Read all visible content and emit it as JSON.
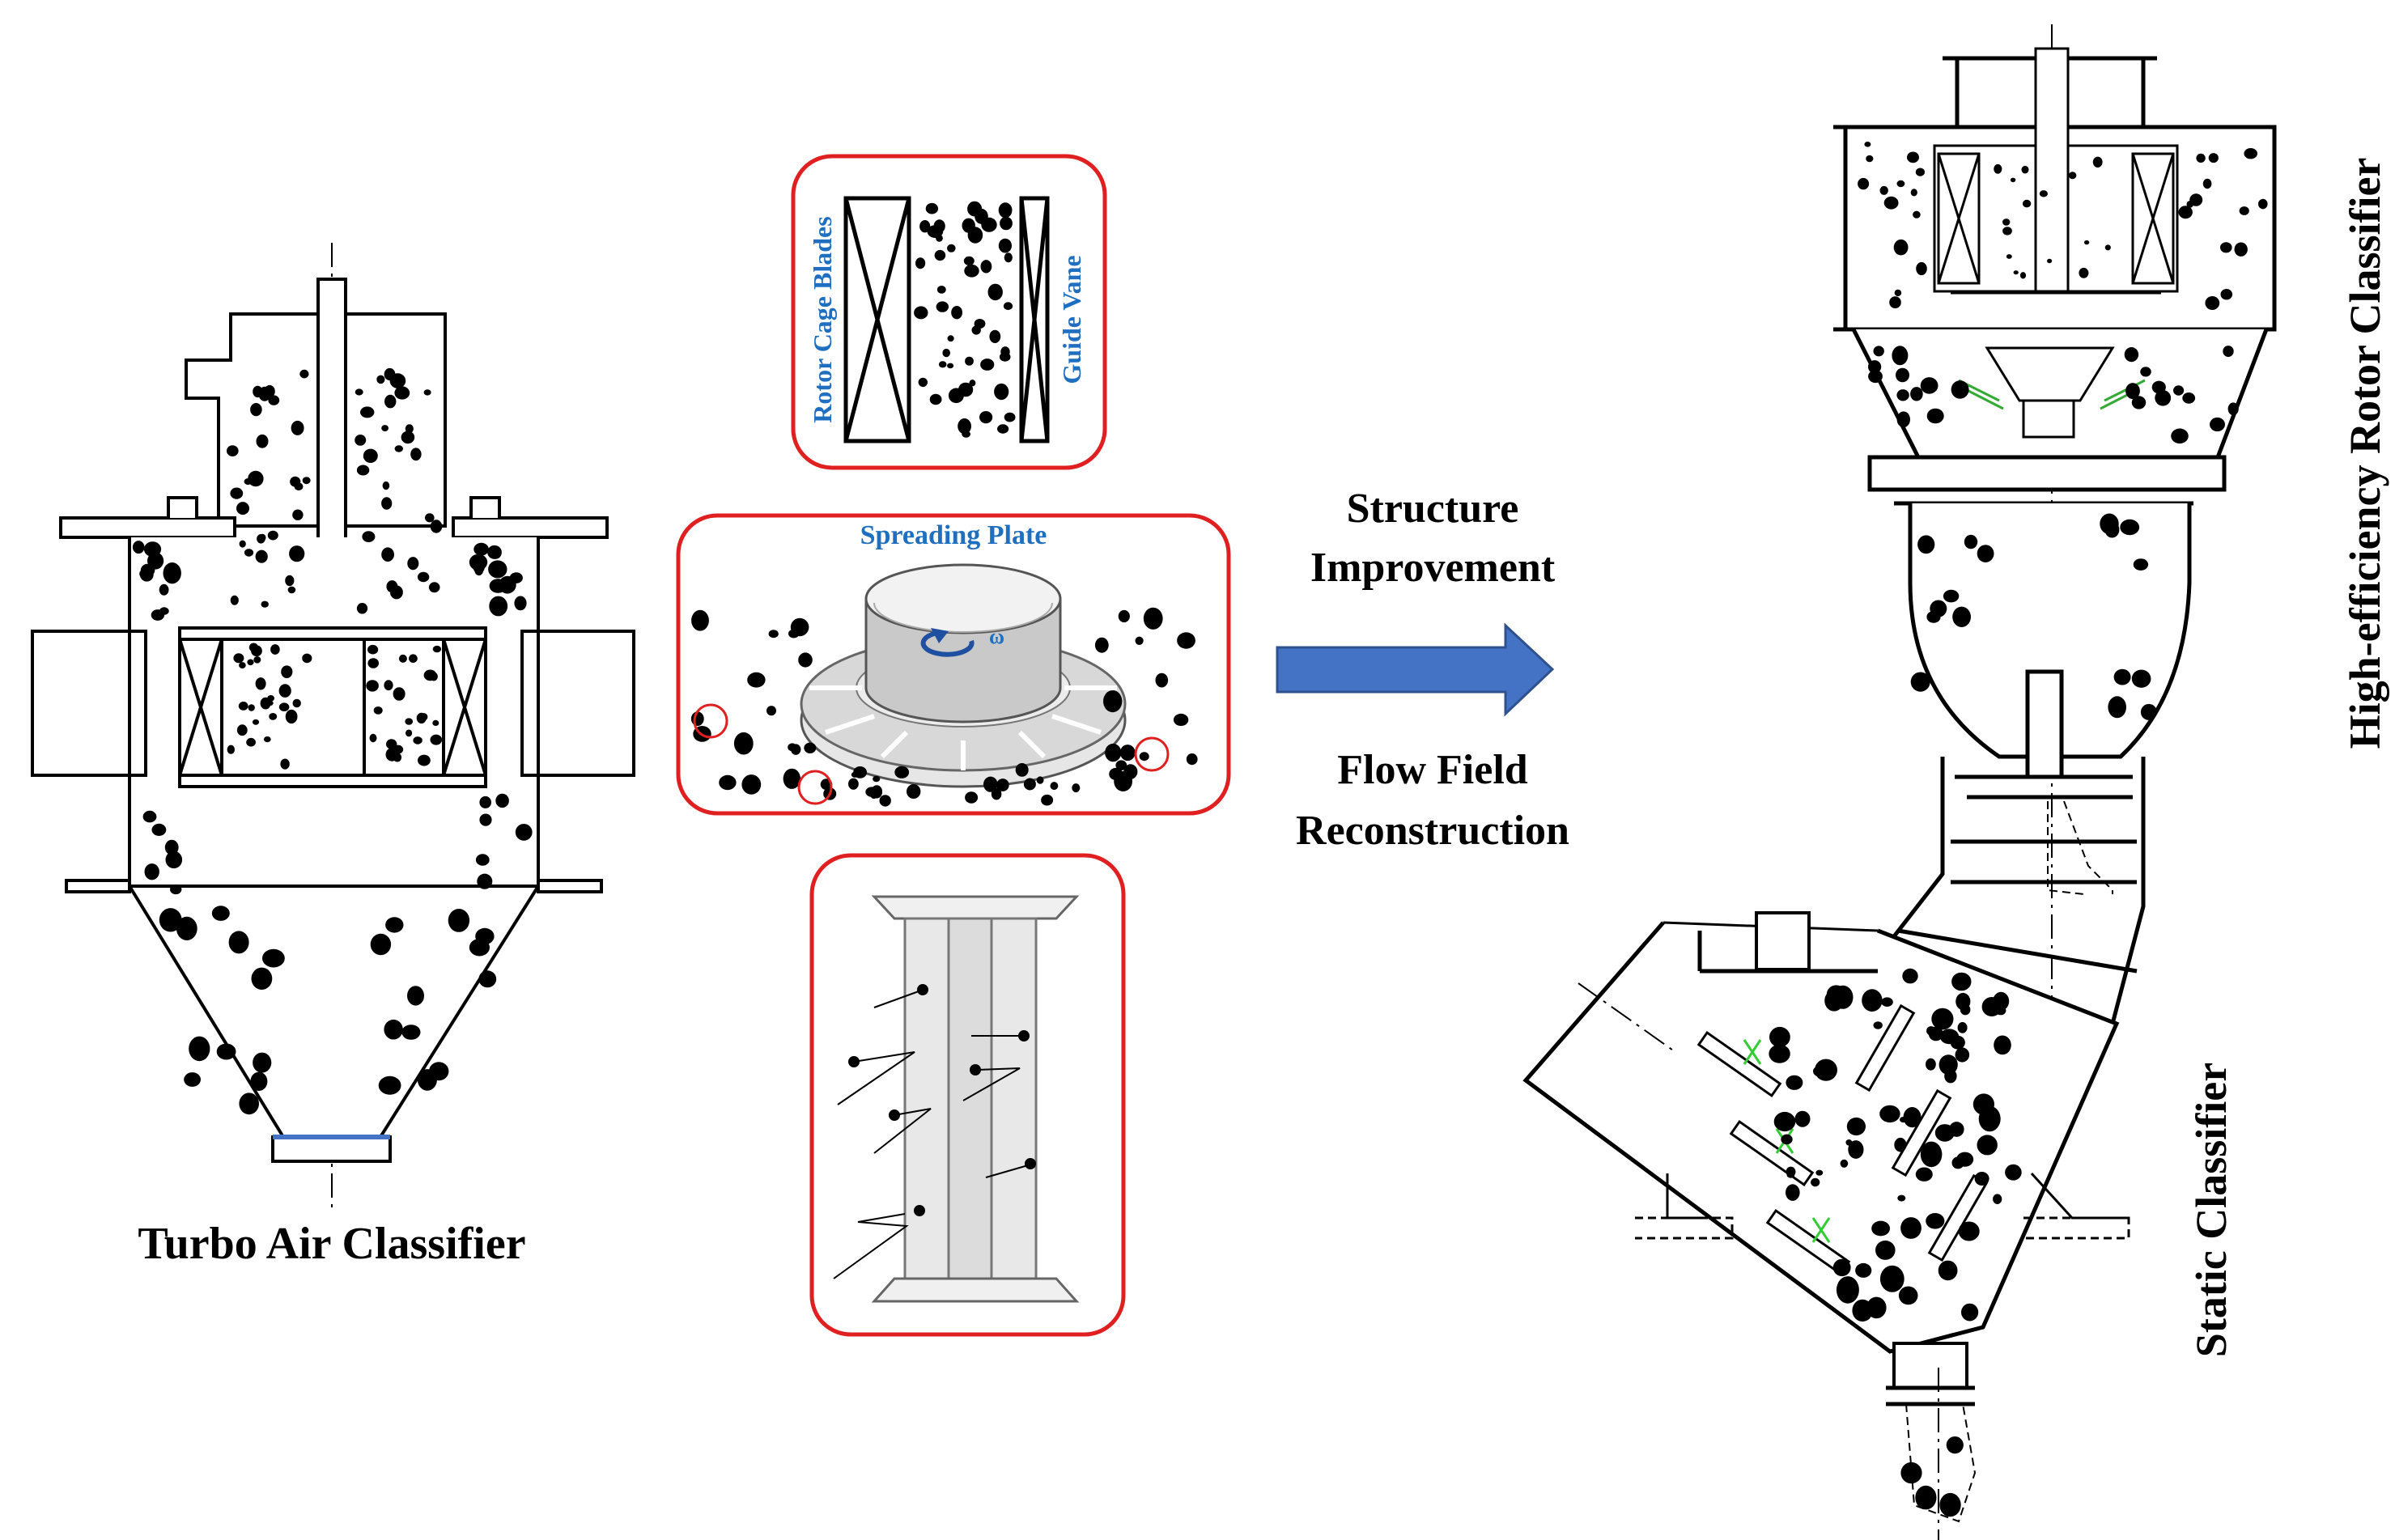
{
  "labels": {
    "turbo": "Turbo Air Classifier",
    "rotor_cage_blades": "Rotor Cage Blades",
    "guide_vane": "Guide Vane",
    "spreading_plate": "Spreading Plate",
    "omega": "ω",
    "structure_line1": "Structure",
    "structure_line2": "Improvement",
    "flow_line1": "Flow Field",
    "flow_line2": "Reconstruction",
    "high_eff": "High-efficiency  Rotor Classifier",
    "static": "Static Classifier"
  },
  "colors": {
    "ink": "#000000",
    "highlight_box": "#e02020",
    "arrow": "#4472c4",
    "label_blue": "#1f6fc0",
    "vane_green": "#33cc33"
  }
}
